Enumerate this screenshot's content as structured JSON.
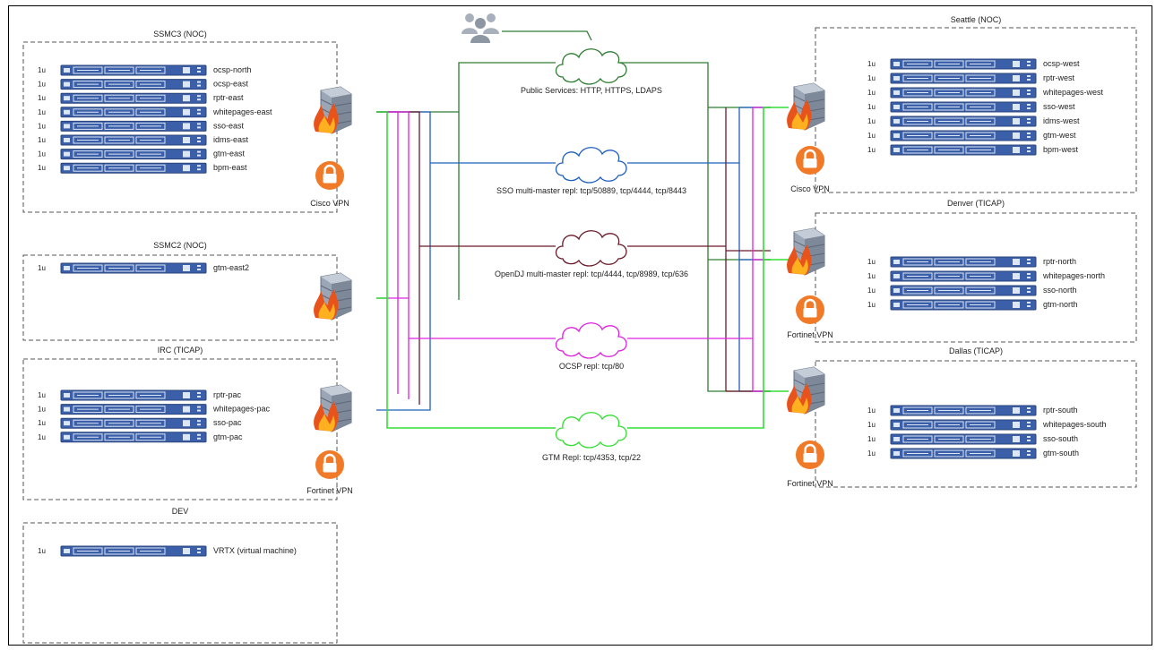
{
  "groups": [
    {
      "id": "ssmc3",
      "title": "SSMC3 (NOC)",
      "servers": [
        {
          "units": "1u",
          "name": "ocsp-north"
        },
        {
          "units": "1u",
          "name": "ocsp-east"
        },
        {
          "units": "1u",
          "name": "rptr-east"
        },
        {
          "units": "1u",
          "name": "whitepages-east"
        },
        {
          "units": "1u",
          "name": "sso-east"
        },
        {
          "units": "1u",
          "name": "idms-east"
        },
        {
          "units": "1u",
          "name": "gtm-east"
        },
        {
          "units": "1u",
          "name": "bpm-east"
        }
      ]
    },
    {
      "id": "ssmc2",
      "title": "SSMC2 (NOC)",
      "servers": [
        {
          "units": "1u",
          "name": "gtm-east2"
        }
      ]
    },
    {
      "id": "irc",
      "title": "IRC (TICAP)",
      "servers": [
        {
          "units": "1u",
          "name": "rptr-pac"
        },
        {
          "units": "1u",
          "name": "whitepages-pac"
        },
        {
          "units": "1u",
          "name": "sso-pac"
        },
        {
          "units": "1u",
          "name": "gtm-pac"
        }
      ]
    },
    {
      "id": "dev",
      "title": "DEV",
      "servers": [
        {
          "units": "1u",
          "name": "VRTX (virtual machine)"
        }
      ]
    },
    {
      "id": "seattle",
      "title": "Seattle (NOC)",
      "servers": [
        {
          "units": "1u",
          "name": "ocsp-west"
        },
        {
          "units": "1u",
          "name": "rptr-west"
        },
        {
          "units": "1u",
          "name": "whitepages-west"
        },
        {
          "units": "1u",
          "name": "sso-west"
        },
        {
          "units": "1u",
          "name": "idms-west"
        },
        {
          "units": "1u",
          "name": "gtm-west"
        },
        {
          "units": "1u",
          "name": "bpm-west"
        }
      ]
    },
    {
      "id": "denver",
      "title": "Denver (TICAP)",
      "servers": [
        {
          "units": "1u",
          "name": "rptr-north"
        },
        {
          "units": "1u",
          "name": "whitepages-north"
        },
        {
          "units": "1u",
          "name": "sso-north"
        },
        {
          "units": "1u",
          "name": "gtm-north"
        }
      ]
    },
    {
      "id": "dallas",
      "title": "Dallas (TICAP)",
      "servers": [
        {
          "units": "1u",
          "name": "rptr-south"
        },
        {
          "units": "1u",
          "name": "whitepages-south"
        },
        {
          "units": "1u",
          "name": "sso-south"
        },
        {
          "units": "1u",
          "name": "gtm-south"
        }
      ]
    }
  ],
  "vpns": [
    {
      "id": "ssmc3",
      "label": "Cisco VPN"
    },
    {
      "id": "irc",
      "label": "Fortinet VPN"
    },
    {
      "id": "seattle",
      "label": "Cisco VPN"
    },
    {
      "id": "denver",
      "label": "Fortinet VPN"
    },
    {
      "id": "dallas",
      "label": "Fortinet VPN"
    }
  ],
  "clouds": [
    {
      "id": "public",
      "label": "Public Services: HTTP, HTTPS, LDAPS",
      "color": "#2e7d32"
    },
    {
      "id": "sso",
      "label": "SSO multi-master repl: tcp/50889, tcp/4444, tcp/8443",
      "color": "#1f5fbf"
    },
    {
      "id": "opendj",
      "label": "OpenDJ multi-master repl: tcp/4444, tcp/8989, tcp/636",
      "color": "#6b1a2a"
    },
    {
      "id": "ocsp",
      "label": "OCSP repl: tcp/80",
      "color": "#e020e0"
    },
    {
      "id": "gtm",
      "label": "GTM Repl: tcp/4353, tcp/22",
      "color": "#33dd33"
    }
  ],
  "colors": {
    "server": "#3b5fa8",
    "server_dark": "#2a447c",
    "vpn": "#f07a28",
    "users": "#a8b0bb"
  },
  "icons": [
    "users-icon",
    "firewall-icon",
    "lock-icon",
    "server-rack-icon",
    "cloud-icon"
  ]
}
